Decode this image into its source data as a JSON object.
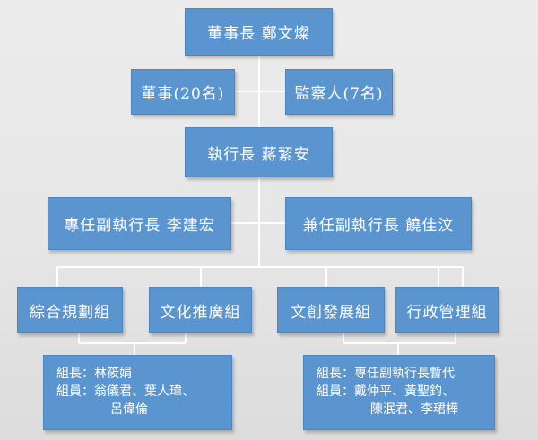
{
  "chair": {
    "label": "董事長 鄭文燦"
  },
  "directors": {
    "label": "董事(20名)"
  },
  "supervisors": {
    "label": "監察人(7名)"
  },
  "ceo": {
    "label": "執行長 蔣絜安"
  },
  "deputy_fulltime": {
    "label": "專任副執行長 李建宏"
  },
  "deputy_parttime": {
    "label": "兼任副執行長 饒佳汶"
  },
  "groups": [
    {
      "label": "綜合規劃組"
    },
    {
      "label": "文化推廣組"
    },
    {
      "label": "文創發展組"
    },
    {
      "label": "行政管理組"
    }
  ],
  "left_info": {
    "leader_line": "組長：林筱娟",
    "members_line1": "組員：翁儀君、葉人瑋、",
    "members_line2": "呂偉倫"
  },
  "right_info": {
    "leader_line": "組長：專任副執行長暫代",
    "members_line1": "組員：戴仲平、黃聖鈞、",
    "members_line2": "陳泯君、李珺樺"
  },
  "colors": {
    "box": "#5b95cf",
    "line": "#ffffff",
    "text": "#ffffff"
  }
}
